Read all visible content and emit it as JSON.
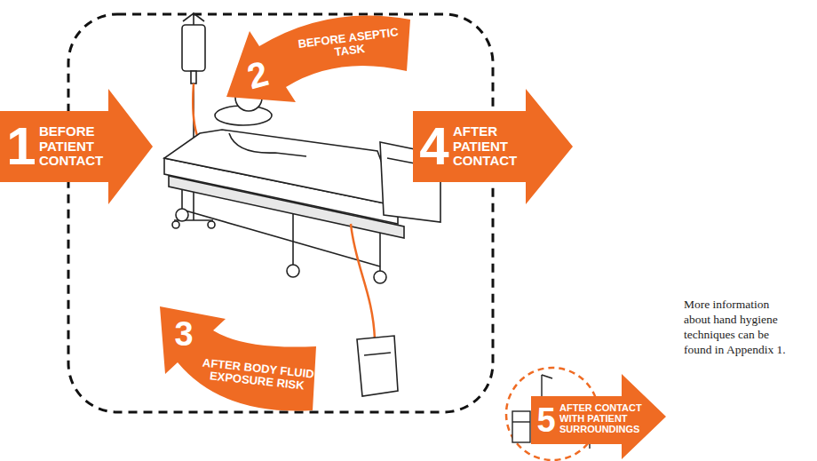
{
  "diagram": {
    "nodes": [
      {
        "text": [
          "1",
          "BEFORE PATIENT CONTACT"
        ]
      },
      {
        "text": [
          "2",
          "BEFORE ASEPTIC TASK"
        ]
      },
      {
        "text": [
          "3",
          "AFTER BODY FLUID EXPOSURE RISK"
        ]
      },
      {
        "text": [
          "4",
          "AFTER PATIENT CONTACT"
        ]
      },
      {
        "text": [
          "5",
          "AFTER CONTACT WITH PATIENT SURROUNDINGS"
        ]
      }
    ],
    "labels": [
      "More information about hand hygiene techniques can be found in Appendix 1."
    ]
  }
}
